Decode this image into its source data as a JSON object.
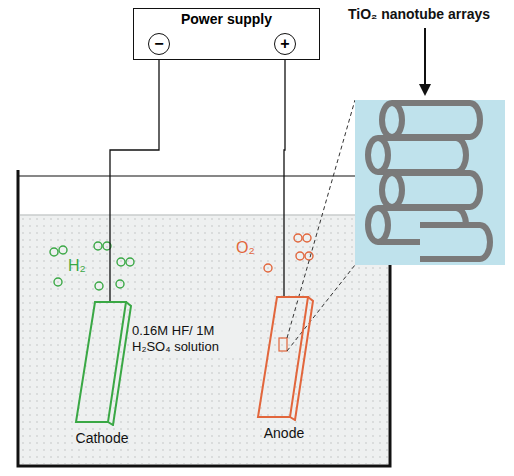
{
  "diagram": {
    "nodes": [
      {
        "text": [
          "Power supply"
        ]
      },
      {
        "text": [
          "−"
        ],
        "in": 0
      },
      {
        "text": [
          "+"
        ],
        "in": 0
      },
      {
        "text": [
          "Cathode"
        ]
      },
      {
        "text": [
          "Anode"
        ]
      }
    ],
    "edges": [
      {
        "from": 1,
        "to": 3,
        "arrow": "none"
      },
      {
        "from": 2,
        "to": 4,
        "arrow": "none"
      }
    ],
    "labels": [
      "TiO₂ nanotube arrays",
      "H₂",
      "O₂",
      "0.16M HF/ 1M H₂SO₄ solution"
    ]
  }
}
